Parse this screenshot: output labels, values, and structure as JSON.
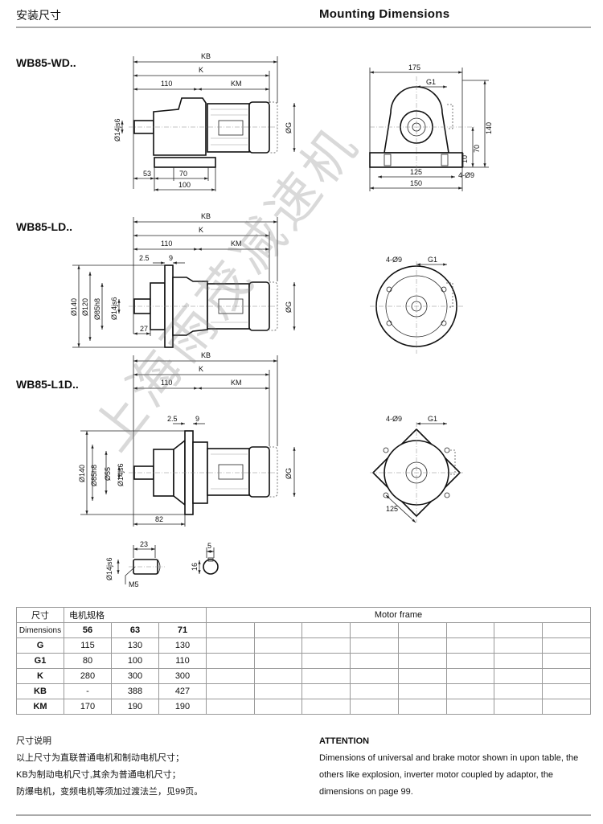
{
  "header": {
    "title_cn": "安装尺寸",
    "title_en": "Mounting Dimensions"
  },
  "watermark": "上海雨茂减速机",
  "models": [
    {
      "name": "WB85-WD..",
      "labels": {
        "kb": "KB",
        "k": "K",
        "d110": "110",
        "km": "KM",
        "shaft": "Ø14js6",
        "g": "ØG",
        "d53": "53",
        "d70": "70",
        "d100": "100",
        "d175": "175",
        "g1": "G1",
        "d140": "140",
        "d70v": "70",
        "d10": "10",
        "d125": "125",
        "d150": "150",
        "holes": "4-Ø9"
      }
    },
    {
      "name": "WB85-LD..",
      "labels": {
        "kb": "KB",
        "k": "K",
        "d110": "110",
        "km": "KM",
        "d25": "2.5",
        "d9": "9",
        "d140": "Ø140",
        "d120": "Ø120",
        "d85": "Ø85h8",
        "shaft": "Ø14js6",
        "g": "ØG",
        "d27": "27",
        "holes": "4-Ø9",
        "g1": "G1"
      }
    },
    {
      "name": "WB85-L1D..",
      "labels": {
        "kb": "KB",
        "k": "K",
        "d110": "110",
        "km": "KM",
        "d25": "2.5",
        "d9": "9",
        "d140": "Ø140",
        "d85": "Ø85h8",
        "d55": "Ø55",
        "shaft": "Ø14js6",
        "g": "ØG",
        "d82": "82",
        "holes": "4-Ø9",
        "g1": "G1",
        "d125": "125"
      }
    }
  ],
  "shaft_detail": {
    "len": "23",
    "dia": "Ø14js6",
    "thread": "M5",
    "key": "5",
    "height": "16"
  },
  "table": {
    "col_label_cn": "尺寸",
    "col_label_en": "Dimensions",
    "spec_cn": "电机规格",
    "motor_frame": "Motor frame",
    "frames": [
      "56",
      "63",
      "71"
    ],
    "rows": [
      {
        "name": "G",
        "values": [
          "115",
          "130",
          "130"
        ]
      },
      {
        "name": "G1",
        "values": [
          "80",
          "100",
          "110"
        ]
      },
      {
        "name": "K",
        "values": [
          "280",
          "300",
          "300"
        ]
      },
      {
        "name": "KB",
        "values": [
          "-",
          "388",
          "427"
        ]
      },
      {
        "name": "KM",
        "values": [
          "170",
          "190",
          "190"
        ]
      }
    ]
  },
  "notes_cn": {
    "title": "尺寸说明",
    "lines": [
      "以上尺寸为直联普通电机和制动电机尺寸；",
      "KB为制动电机尺寸,其余为普通电机尺寸；",
      "防爆电机，变频电机等须加过渡法兰，见99页。"
    ]
  },
  "notes_en": {
    "title": "ATTENTION",
    "text": "Dimensions of universal and brake motor shown in upon table, the others like explosion, inverter motor coupled by adaptor, the dimensions on page 99."
  }
}
